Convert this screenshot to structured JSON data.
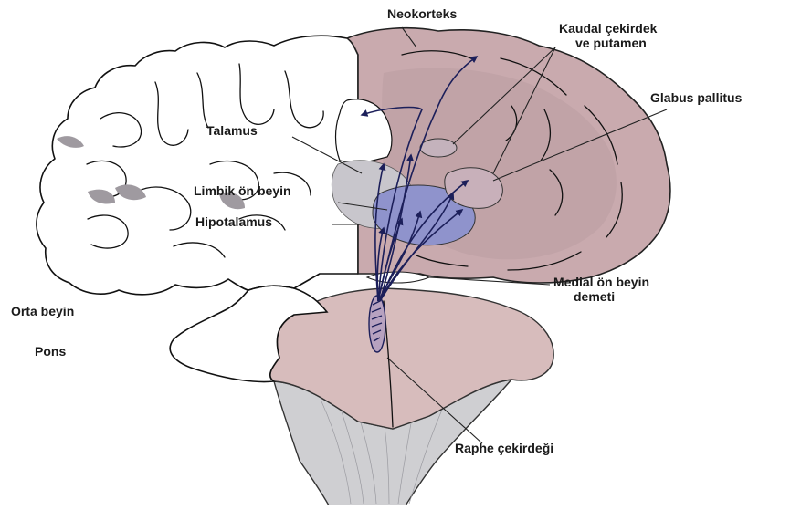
{
  "labels": {
    "neokorteks": "Neokorteks",
    "kaudal_line1": "Kaudal çekirdek",
    "kaudal_line2": "ve putamen",
    "glabus": "Glabus pallitus",
    "talamus": "Talamus",
    "limbik": "Limbik ön beyin",
    "hipotalamus": "Hipotalamus",
    "medial_line1": "Medial ön beyin",
    "medial_line2": "demeti",
    "orta_beyin": "Orta beyin",
    "pons": "Pons",
    "raphe": "Raphe çekirdeği"
  },
  "colors": {
    "cortex_pink": "#c9aaae",
    "cortex_dark": "#a8898e",
    "brainstem_pink": "#d7bcbc",
    "medulla_gray": "#cfcfd2",
    "limbic_blue": "#8f93cc",
    "thalamus_gray": "#c8c6cc",
    "fiber_navy": "#1c1f5a",
    "white_matter_gray": "#9f9aa0"
  }
}
